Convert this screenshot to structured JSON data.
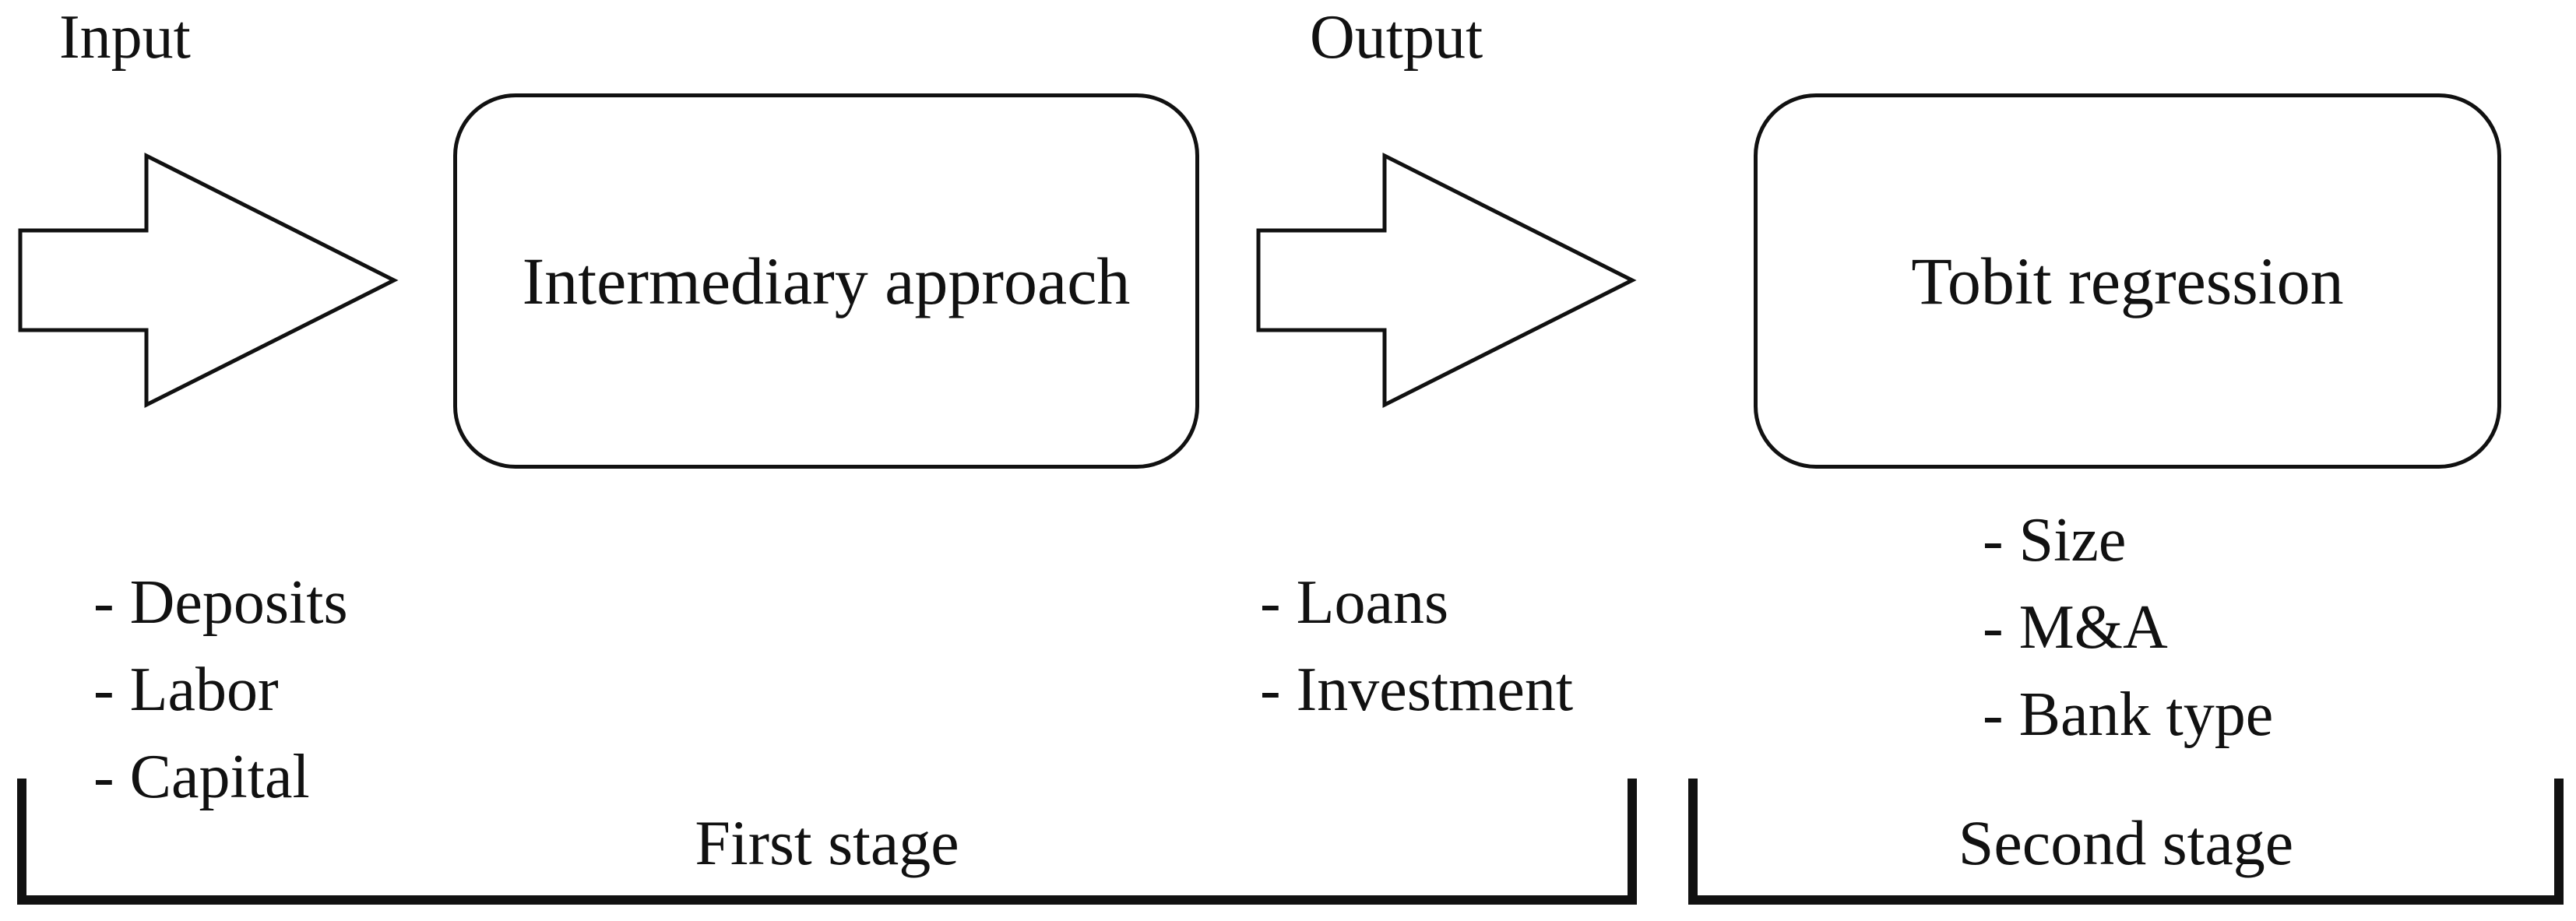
{
  "labels": {
    "input": "Input",
    "output": "Output"
  },
  "boxes": {
    "first": "Intermediary approach",
    "second": "Tobit regression"
  },
  "input_items": [
    "Deposits",
    "Labor",
    "Capital"
  ],
  "output_items": [
    "Loans",
    "Investment"
  ],
  "second_items": [
    "Size",
    "M&A",
    "Bank type"
  ],
  "stages": {
    "first": "First stage",
    "second": "Second stage"
  }
}
